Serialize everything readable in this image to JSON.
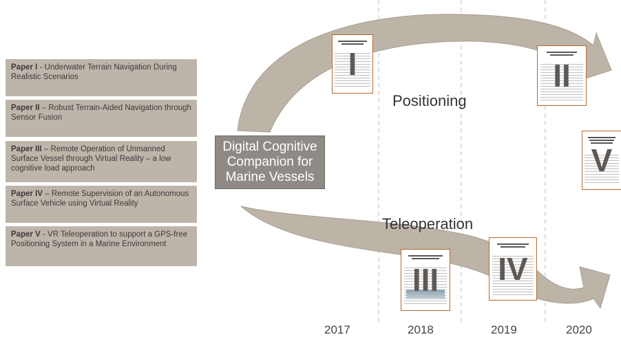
{
  "papers": [
    {
      "bold": "Paper I",
      "text": " - Underwater Terrain Navigation During Realistic Scenarios"
    },
    {
      "bold": "Paper II",
      "text": " – Robust Terrain-Aided Navigation through Sensor Fusion"
    },
    {
      "bold": "Paper III",
      "text": " – Remote Operation of Unmanned Surface Vessel through Virtual Reality – a low cognitive load approach"
    },
    {
      "bold": "Paper IV",
      "text": " – Remote Supervision of an Autonomous Surface Vehicle using Virtual Reality"
    },
    {
      "bold": "Paper V",
      "text": " - VR Teleoperation to support a GPS-free Positioning System in a Marine Environment"
    }
  ],
  "center": {
    "label": "Digital Cognitive Companion for Marine Vessels"
  },
  "arcs": {
    "top_label": "Positioning",
    "bottom_label": "Teleoperation"
  },
  "years": [
    "2017",
    "2018",
    "2019",
    "2020"
  ],
  "thumbnails": [
    {
      "roman": "I"
    },
    {
      "roman": "II"
    },
    {
      "roman": "III"
    },
    {
      "roman": "IV"
    },
    {
      "roman": "V"
    }
  ],
  "colors": {
    "arrow_fill": "#bdb4a8",
    "arrow_stroke": "#a79c8f",
    "panel_fill": "#beb5aa",
    "center_fill": "#8f8a85",
    "thumb_border": "#b5682e",
    "gridline": "#d9d4cc"
  }
}
